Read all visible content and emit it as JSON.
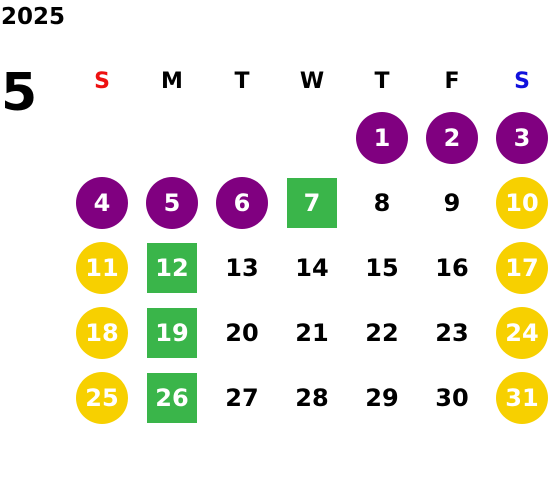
{
  "calendar": {
    "year": "2025",
    "month": "5",
    "weekdays": [
      {
        "label": "S",
        "kind": "sun"
      },
      {
        "label": "M",
        "kind": "weekday"
      },
      {
        "label": "T",
        "kind": "weekday"
      },
      {
        "label": "W",
        "kind": "weekday"
      },
      {
        "label": "T",
        "kind": "weekday"
      },
      {
        "label": "F",
        "kind": "weekday"
      },
      {
        "label": "S",
        "kind": "sat"
      }
    ],
    "colors": {
      "purple": "#800080",
      "gold": "#f7d000",
      "green": "#3ab54a",
      "sunday_label": "#ee1111",
      "saturday_label": "#1111dd"
    },
    "weeks": [
      [
        null,
        null,
        null,
        null,
        {
          "day": "1",
          "style": "purple-circle"
        },
        {
          "day": "2",
          "style": "purple-circle"
        },
        {
          "day": "3",
          "style": "purple-circle"
        }
      ],
      [
        {
          "day": "4",
          "style": "purple-circle"
        },
        {
          "day": "5",
          "style": "purple-circle"
        },
        {
          "day": "6",
          "style": "purple-circle"
        },
        {
          "day": "7",
          "style": "green-square"
        },
        {
          "day": "8",
          "style": "plain"
        },
        {
          "day": "9",
          "style": "plain"
        },
        {
          "day": "10",
          "style": "gold-circle"
        }
      ],
      [
        {
          "day": "11",
          "style": "gold-circle"
        },
        {
          "day": "12",
          "style": "green-square"
        },
        {
          "day": "13",
          "style": "plain"
        },
        {
          "day": "14",
          "style": "plain"
        },
        {
          "day": "15",
          "style": "plain"
        },
        {
          "day": "16",
          "style": "plain"
        },
        {
          "day": "17",
          "style": "gold-circle"
        }
      ],
      [
        {
          "day": "18",
          "style": "gold-circle"
        },
        {
          "day": "19",
          "style": "green-square"
        },
        {
          "day": "20",
          "style": "plain"
        },
        {
          "day": "21",
          "style": "plain"
        },
        {
          "day": "22",
          "style": "plain"
        },
        {
          "day": "23",
          "style": "plain"
        },
        {
          "day": "24",
          "style": "gold-circle"
        }
      ],
      [
        {
          "day": "25",
          "style": "gold-circle"
        },
        {
          "day": "26",
          "style": "green-square"
        },
        {
          "day": "27",
          "style": "plain"
        },
        {
          "day": "28",
          "style": "plain"
        },
        {
          "day": "29",
          "style": "plain"
        },
        {
          "day": "30",
          "style": "plain"
        },
        {
          "day": "31",
          "style": "gold-circle"
        }
      ]
    ]
  }
}
